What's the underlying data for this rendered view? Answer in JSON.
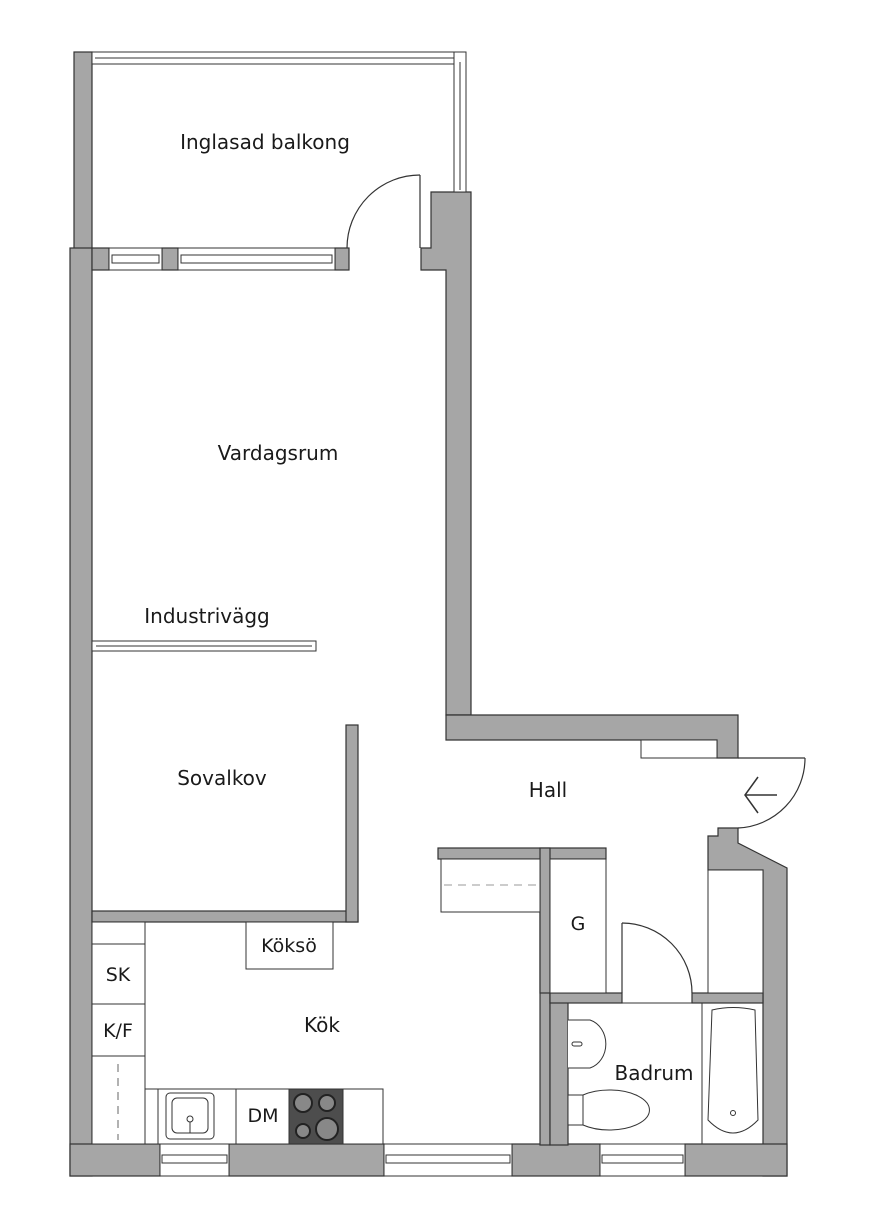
{
  "floorplan": {
    "wall_color": "#a6a6a6",
    "line_color": "#333333",
    "stove_color": "#4d4d4d",
    "rooms": {
      "balcony": "Inglasad balkong",
      "living_room": "Vardagsrum",
      "industrial_wall": "Industrivägg",
      "sleeping_alcove": "Sovalkov",
      "hall": "Hall",
      "kitchen_island": "Köksö",
      "kitchen": "Kök",
      "bathroom": "Badrum"
    },
    "fixtures": {
      "freezer": "SK",
      "fridge_freezer": "K/F",
      "dishwasher": "DM",
      "wardrobe": "G"
    }
  }
}
